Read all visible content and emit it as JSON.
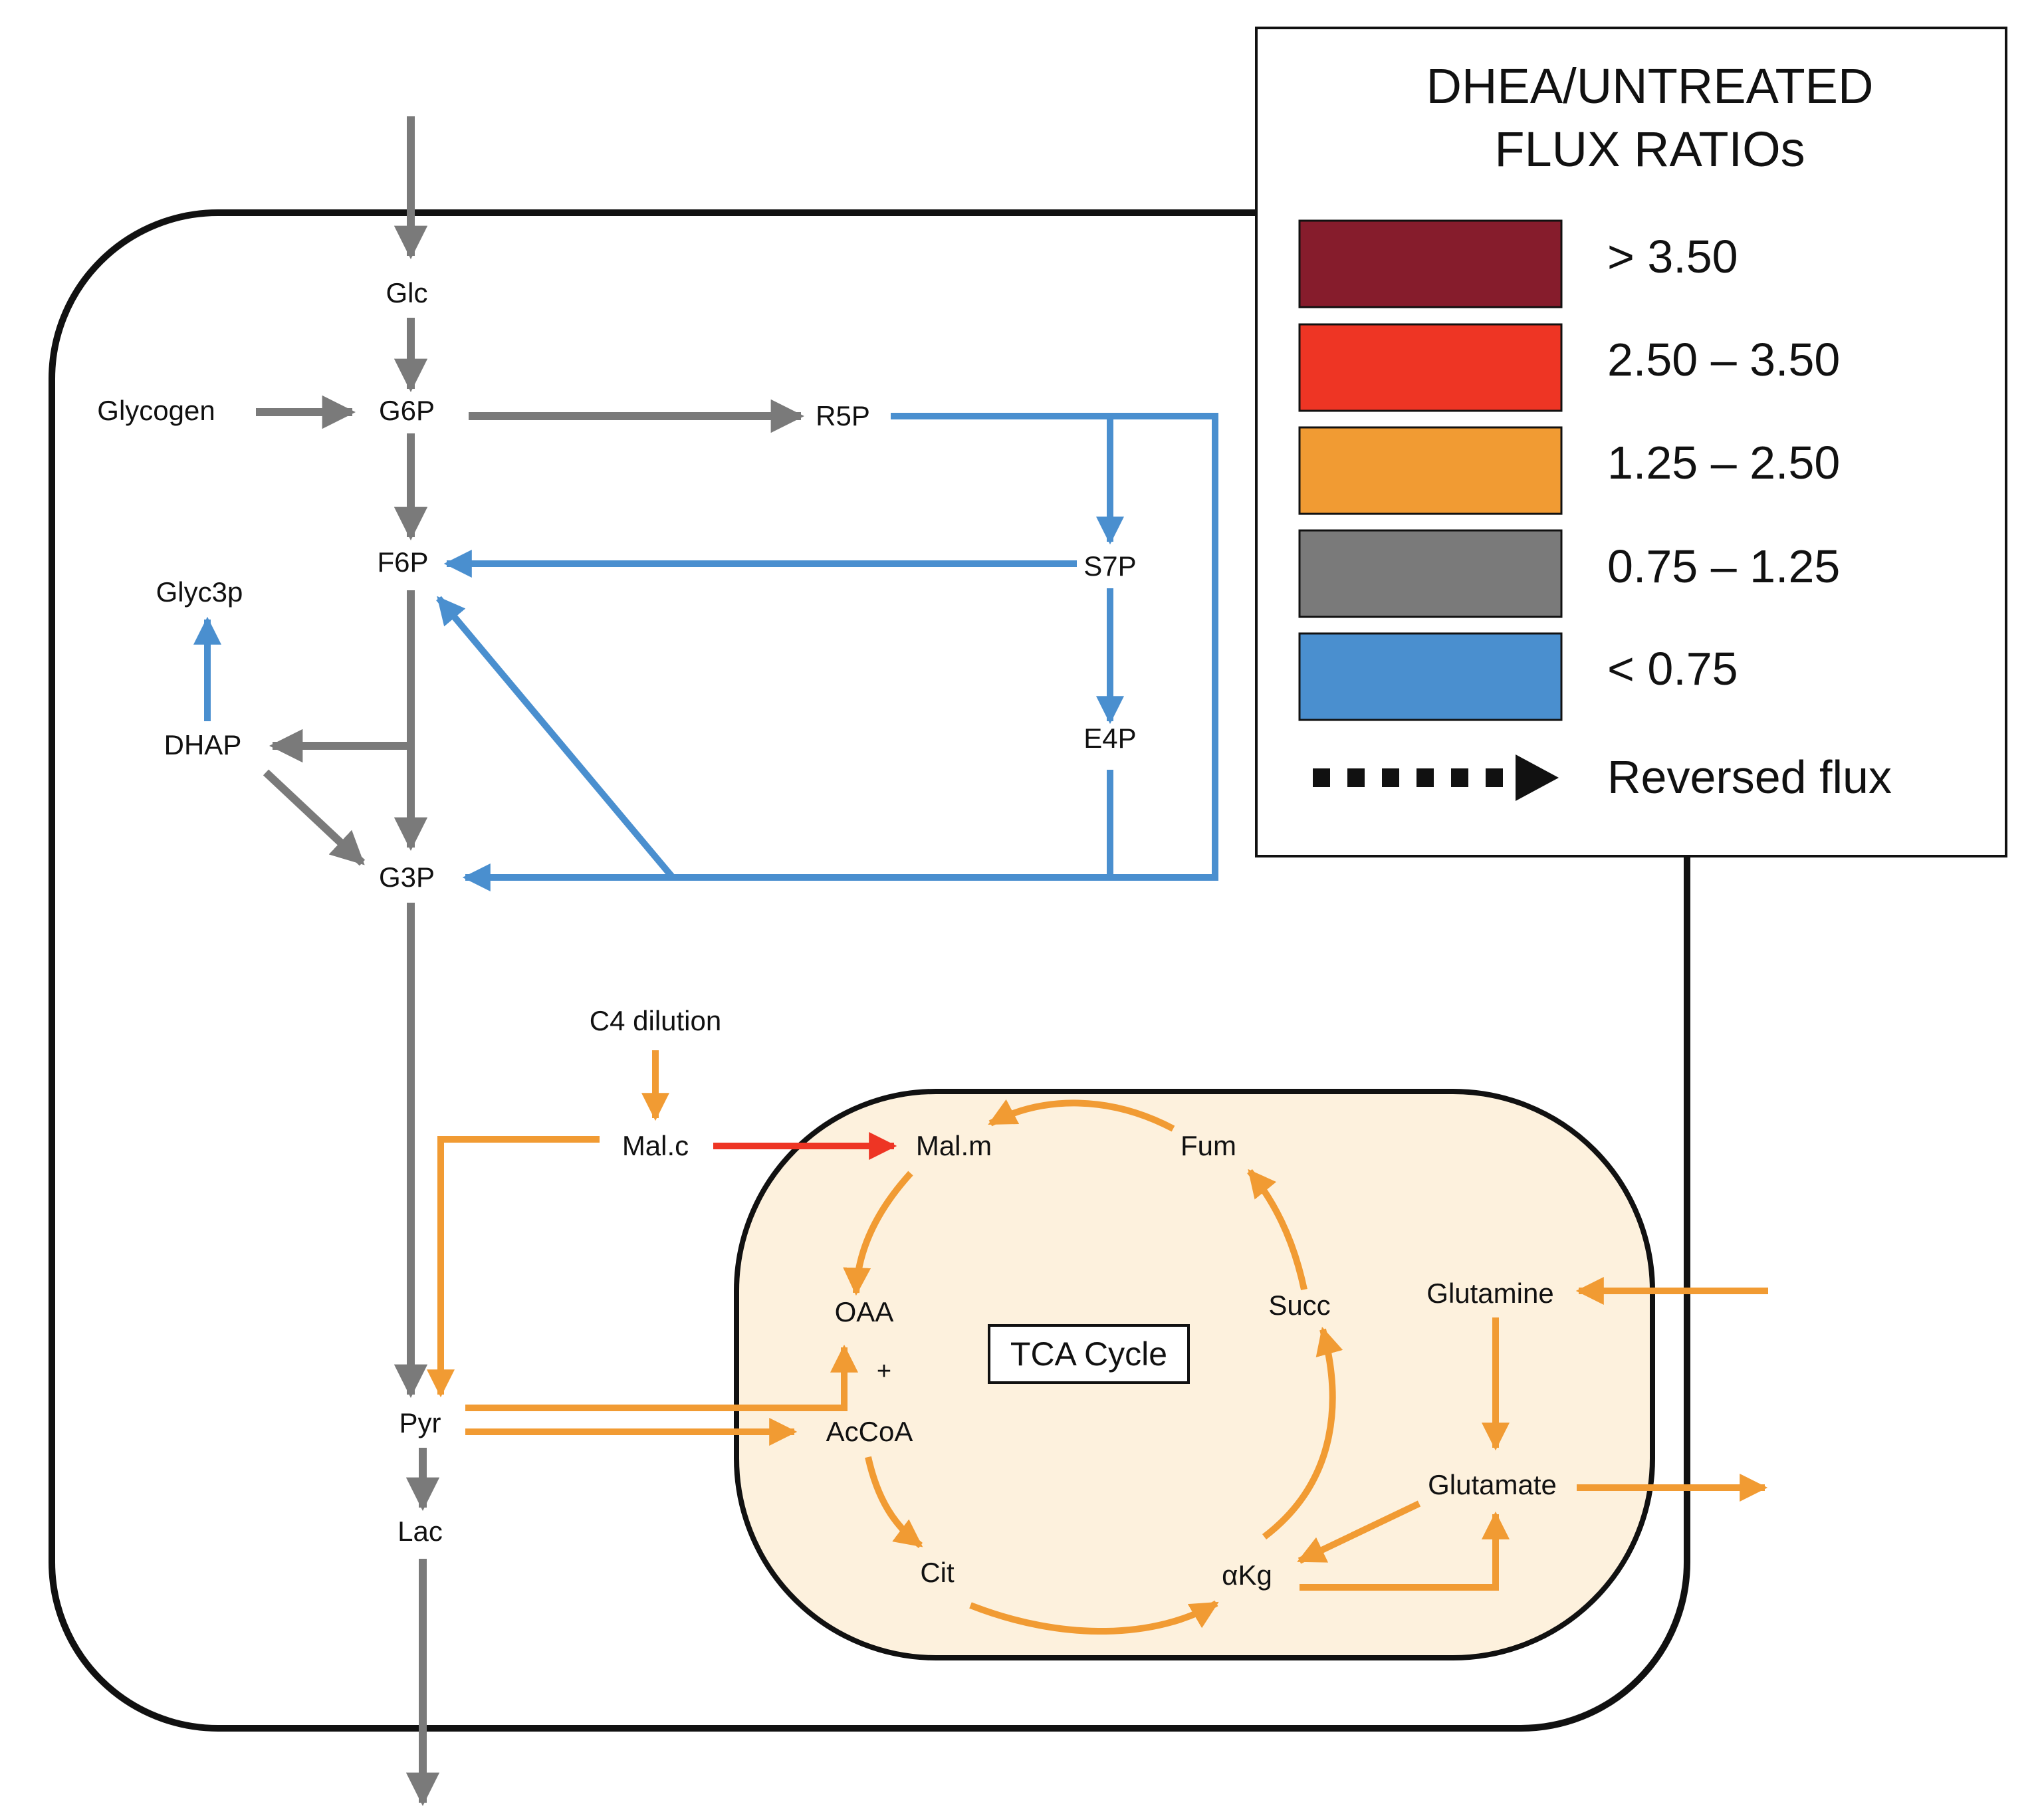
{
  "colors": {
    "gt_3_50": "#861c2c",
    "r_2_50_3_50": "#ee3524",
    "r_1_25_2_50": "#f19b33",
    "r_0_75_1_25": "#7a7a7a",
    "lt_0_75": "#4a8fcf",
    "mito_fill": "#fdf1dd",
    "line": "#111111"
  },
  "metabolites": {
    "glc": "Glc",
    "glycogen": "Glycogen",
    "g6p": "G6P",
    "r5p": "R5P",
    "f6p": "F6P",
    "s7p": "S7P",
    "glyc3p": "Glyc3p",
    "dhap": "DHAP",
    "e4p": "E4P",
    "g3p": "G3P",
    "c4_dilution": "C4 dilution",
    "mal_c": "Mal.c",
    "mal_m": "Mal.m",
    "fum": "Fum",
    "oaa": "OAA",
    "plus": "+",
    "acoa": "AcCoA",
    "succ": "Succ",
    "glutamine": "Glutamine",
    "glutamate": "Glutamate",
    "pyr": "Pyr",
    "lac": "Lac",
    "cit": "Cit",
    "akg": "αKg"
  },
  "tca_label": "TCA Cycle",
  "legend": {
    "title_line1": "DHEA/UNTREATED",
    "title_line2": "FLUX RATIOs",
    "entries": [
      {
        "label": "> 3.50",
        "color": "#861c2c"
      },
      {
        "label": "2.50 – 3.50",
        "color": "#ee3524"
      },
      {
        "label": "1.25 – 2.50",
        "color": "#f19b33"
      },
      {
        "label": "0.75 – 1.25",
        "color": "#7a7a7a"
      },
      {
        "label": "< 0.75",
        "color": "#4a8fcf"
      }
    ],
    "reversed_label": "Reversed flux"
  }
}
